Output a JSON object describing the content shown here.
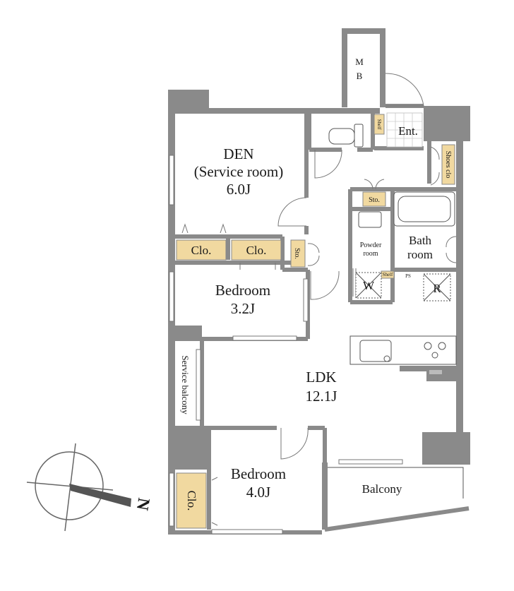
{
  "rooms": {
    "den_title": "DEN",
    "den_sub": "(Service room)",
    "den_size": "6.0J",
    "bedroom1_title": "Bedroom",
    "bedroom1_size": "3.2J",
    "bedroom2_title": "Bedroom",
    "bedroom2_size": "4.0J",
    "ldk_title": "LDK",
    "ldk_size": "12.1J",
    "balcony": "Balcony",
    "service_balcony": "Service balcony",
    "entrance": "Ent.",
    "mb_m": "M",
    "mb_b": "B",
    "powder_1": "Powder",
    "powder_2": "room",
    "bath_1": "Bath",
    "bath_2": "room"
  },
  "storage": {
    "clo_den": "Clo.",
    "clo_bed1": "Clo.",
    "clo_bed2": "Clo.",
    "sto_1": "Sto.",
    "sto_2": "Sto.",
    "shelf_1": "Shelf",
    "shelf_2": "Shelf",
    "shoes": "Shoes clo"
  },
  "fixtures": {
    "washer": "W",
    "fridge": "R",
    "ps": "PS"
  },
  "compass": {
    "north": "N"
  },
  "colors": {
    "wall": "#8a8a8a",
    "storage": "#f1d9a0"
  }
}
